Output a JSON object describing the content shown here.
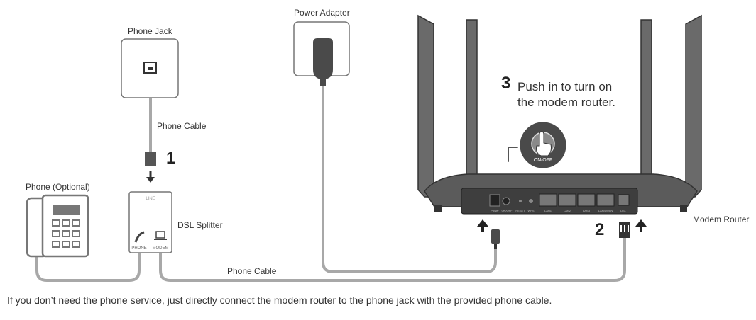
{
  "labels": {
    "phone_jack": "Phone Jack",
    "power_adapter": "Power Adapter",
    "phone_cable_top": "Phone Cable",
    "phone_optional": "Phone (Optional)",
    "dsl_splitter": "DSL Splitter",
    "phone_cable_bottom": "Phone Cable",
    "modem_router": "Modem Router"
  },
  "steps": {
    "step1": "1",
    "step2": "2",
    "step3": "3"
  },
  "instructions": {
    "step3_line1": "Push in to turn on",
    "step3_line2": "the modem router."
  },
  "splitter_ports": {
    "line": "LINE",
    "phone": "PHONE",
    "modem": "MODEM"
  },
  "router_ports": {
    "power": "Power",
    "on_off": "ON/OFF",
    "reset": "RESET",
    "wps": "WPS",
    "lan1": "LAN1",
    "lan2": "LAN2",
    "lan3": "LAN3",
    "lan4_wan": "LAN4/WAN",
    "dsl": "DSL"
  },
  "button_label": "ON/OFF",
  "note": "If you don’t need the phone service, just directly connect the modem router to the phone jack with the provided phone cable.",
  "colors": {
    "cable": "#a8a8a8",
    "device_dark": "#4a4a4a",
    "outline": "#555555"
  }
}
